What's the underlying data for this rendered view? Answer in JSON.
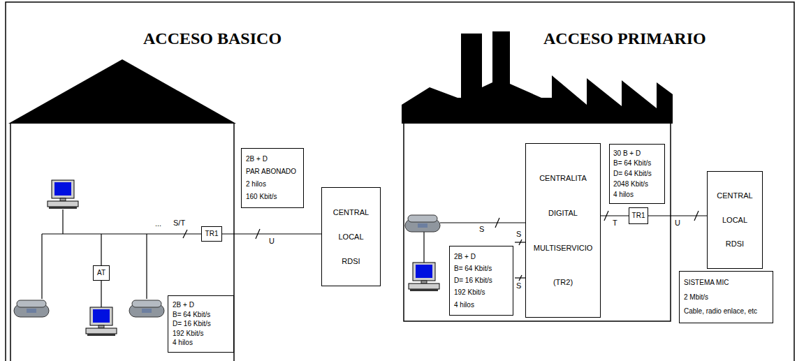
{
  "diagram": {
    "nodes": [
      {
        "text": [
          "2B + D",
          "PAR ABONADO",
          "2 hilos",
          "160 Kbit/s"
        ]
      },
      {
        "text": [
          "TR1"
        ]
      },
      {
        "text": [
          "CENTRAL",
          "LOCAL",
          "RDSI"
        ]
      },
      {
        "text": [
          "AT"
        ]
      },
      {
        "text": [
          "2B + D",
          "B= 64 Kbit/s",
          "D= 16 Kbit/s",
          "192 Kbit/s",
          "4 hilos"
        ]
      },
      {
        "text": [
          "30 B + D",
          "B= 64 Kbit/s",
          "D= 64 Kbit/s",
          "2048 Kbit/s",
          "4 hilos"
        ]
      },
      {
        "text": [
          "CENTRALITA",
          "DIGITAL",
          "MULTISERVICIO",
          "(TR2)"
        ]
      },
      {
        "text": [
          "TR1"
        ]
      },
      {
        "text": [
          "CENTRAL",
          "LOCAL",
          "RDSI"
        ]
      },
      {
        "text": [
          "2B + D",
          "B= 64 Kbit/s",
          "D= 16 Kbit/s",
          "192 Kbit/s",
          "4 hilos"
        ]
      },
      {
        "text": [
          "SISTEMA MIC",
          "2 Mbit/s",
          "Cable, radio enlace, etc"
        ]
      }
    ],
    "edges": [
      {
        "from": 1,
        "to": 2,
        "arrow": "none",
        "label": "U"
      },
      {
        "from": 6,
        "to": 7,
        "arrow": "none",
        "label": "T"
      },
      {
        "from": 7,
        "to": 8,
        "arrow": "none",
        "label": "U"
      }
    ],
    "labels": [
      "ACCESO BASICO",
      "ACCESO PRIMARIO",
      "S/T",
      "...",
      "S",
      "S",
      "S"
    ]
  }
}
